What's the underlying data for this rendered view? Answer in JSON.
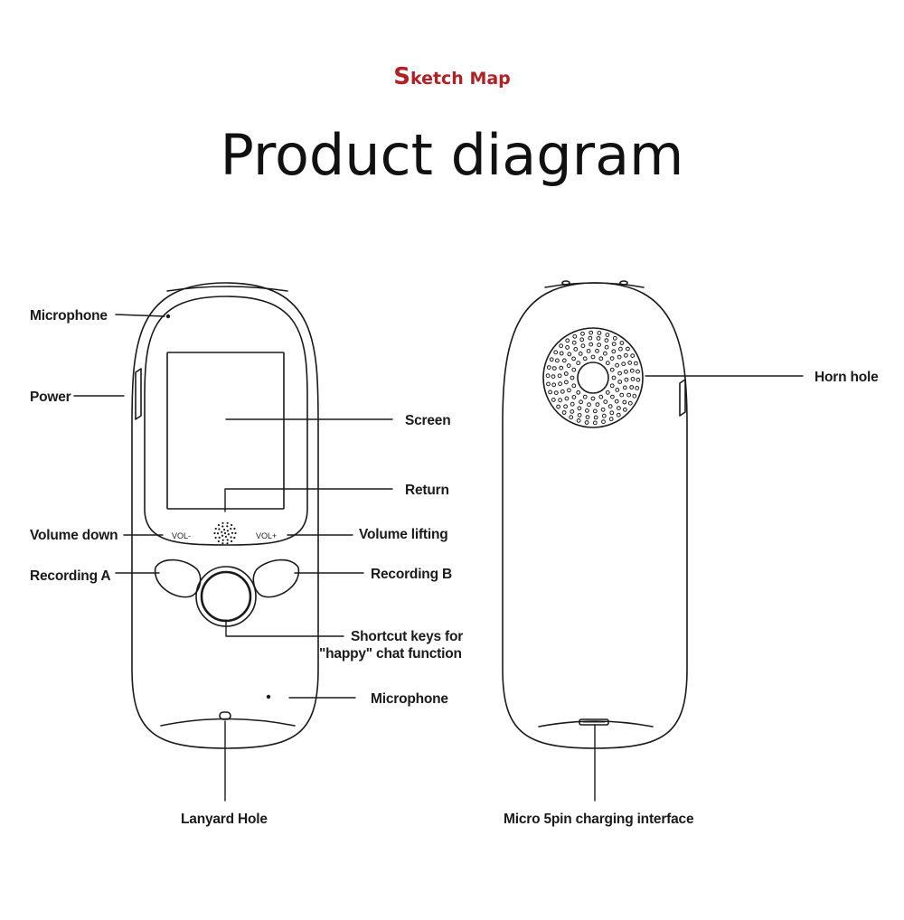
{
  "header": {
    "kicker_initial": "S",
    "kicker_rest": "ketch Map",
    "title": "Product diagram"
  },
  "colors": {
    "accent": "#b02025",
    "outline": "#1a1a1a"
  },
  "front": {
    "microphone_top": "Microphone",
    "power": "Power",
    "screen": "Screen",
    "return": "Return",
    "volume_down": "Volume down",
    "volume_lifting": "Volume lifting",
    "vol_minus": "VOL-",
    "vol_plus": "VOL+",
    "recording_a": "Recording A",
    "recording_b": "Recording B",
    "shortcut_line1": "Shortcut keys for",
    "shortcut_line2": "\"happy\" chat function",
    "microphone_bottom": "Microphone",
    "lanyard_hole": "Lanyard Hole"
  },
  "back": {
    "horn_hole": "Horn hole",
    "charging": "Micro 5pin charging interface"
  }
}
